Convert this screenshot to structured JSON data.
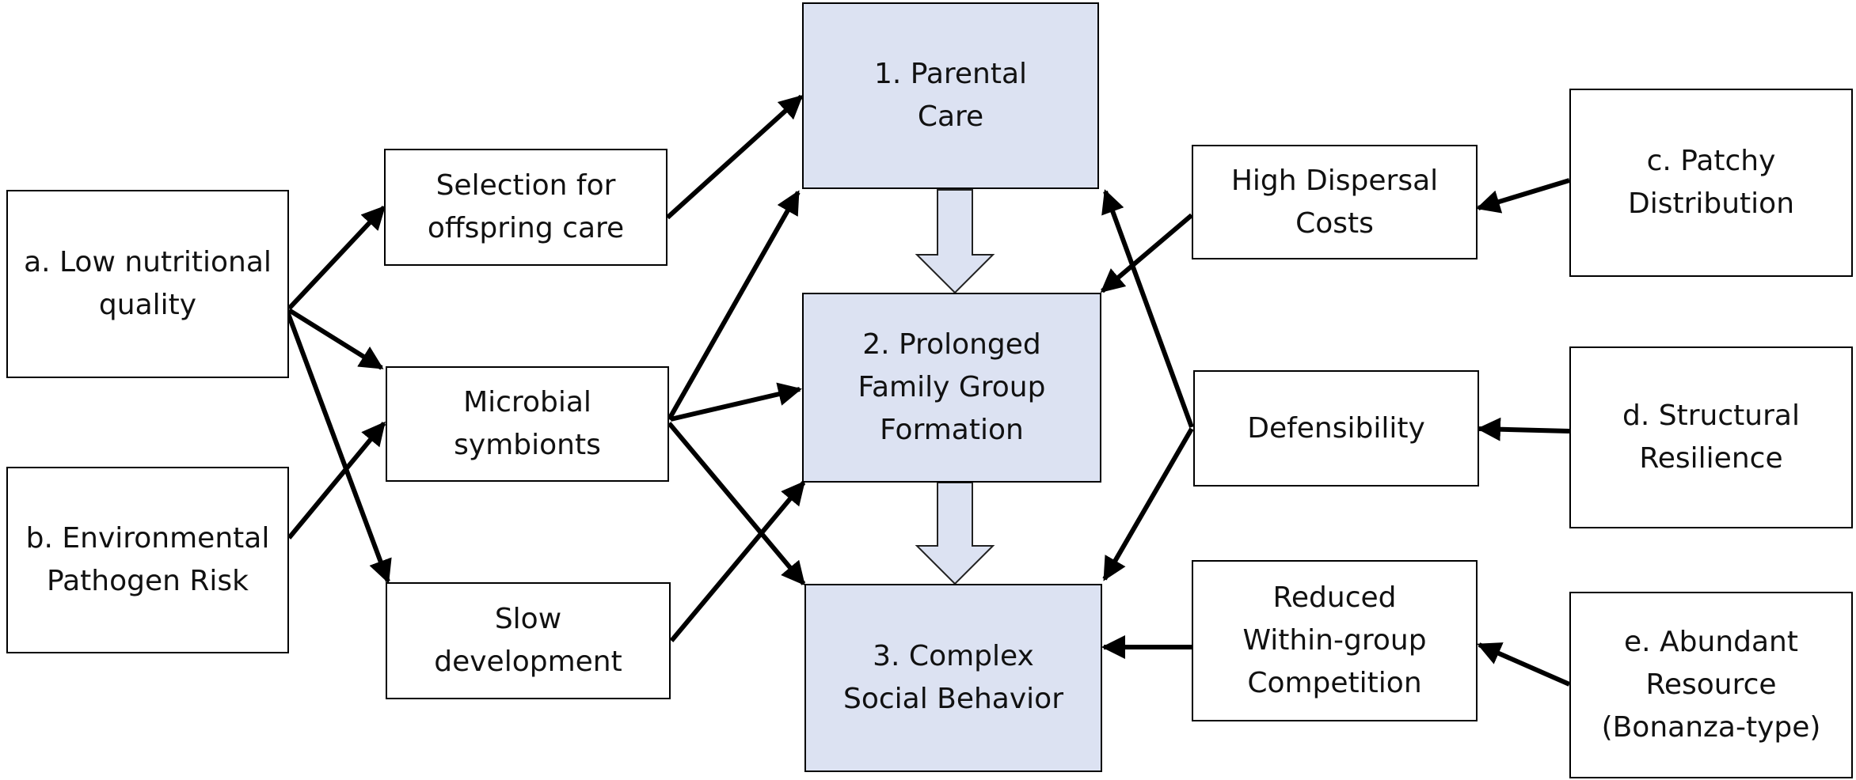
{
  "diagram": {
    "drivers": {
      "a": "a. Low nutritional\nquality",
      "b": "b. Environmental\nPathogen Risk",
      "c": "c. Patchy\nDistribution",
      "d": "d. Structural\nResilience",
      "e": "e. Abundant\nResource\n(Bonanza-type)"
    },
    "mechanisms_left": {
      "selection": "Selection for\noffspring care",
      "microbial": "Microbial\nsymbionts",
      "slow": "Slow\ndevelopment"
    },
    "outcomes": {
      "parental": "1. Parental\nCare",
      "family": "2. Prolonged\nFamily Group\nFormation",
      "social": "3. Complex\nSocial Behavior"
    },
    "mechanisms_right": {
      "dispersal": "High Dispersal\nCosts",
      "defensibility": "Defensibility",
      "competition": "Reduced\nWithin-group\nCompetition"
    },
    "colors": {
      "central_fill": "#dce2f2",
      "stroke": "#000000",
      "block_arrow_fill": "#dce2f2"
    }
  }
}
